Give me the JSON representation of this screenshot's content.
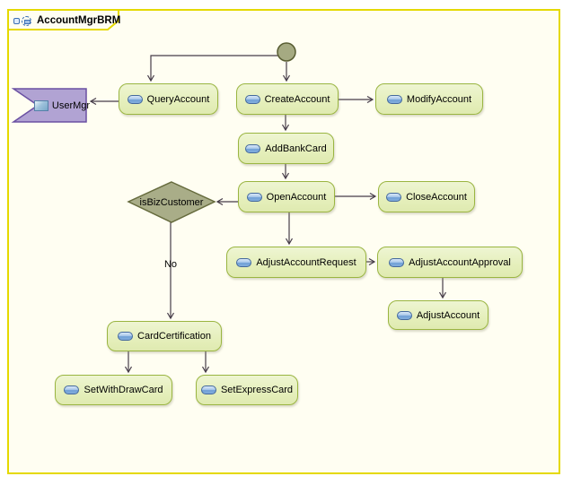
{
  "diagram": {
    "title": "AccountMgrBRM"
  },
  "actions": {
    "queryAccount": "QueryAccount",
    "createAccount": "CreateAccount",
    "modifyAccount": "ModifyAccount",
    "addBankCard": "AddBankCard",
    "openAccount": "OpenAccount",
    "closeAccount": "CloseAccount",
    "adjustAccountRequest": "AdjustAccountRequest",
    "adjustAccountApproval": "AdjustAccountApproval",
    "adjustAccount": "AdjustAccount",
    "cardCertification": "CardCertification",
    "setWithDrawCard": "SetWithDrawCard",
    "setExpressCard": "SetExpressCard"
  },
  "decision": {
    "label": "isBizCustomer"
  },
  "partner": {
    "label": "UserMgr"
  },
  "edges": {
    "no_label": "No"
  },
  "colors": {
    "frame_border": "#e5d900",
    "canvas_bg": "#fffef2",
    "action_fill": "#e5efbb",
    "action_border": "#9ab541",
    "decision_fill": "#a9ad88",
    "decision_border": "#666b3d",
    "initial_fill": "#a5aa82",
    "initial_border": "#575c31",
    "partner_fill": "#b1a3d3",
    "partner_border": "#6a50a2",
    "action_icon_blue": "#44699c",
    "edge_color": "#463c49"
  }
}
